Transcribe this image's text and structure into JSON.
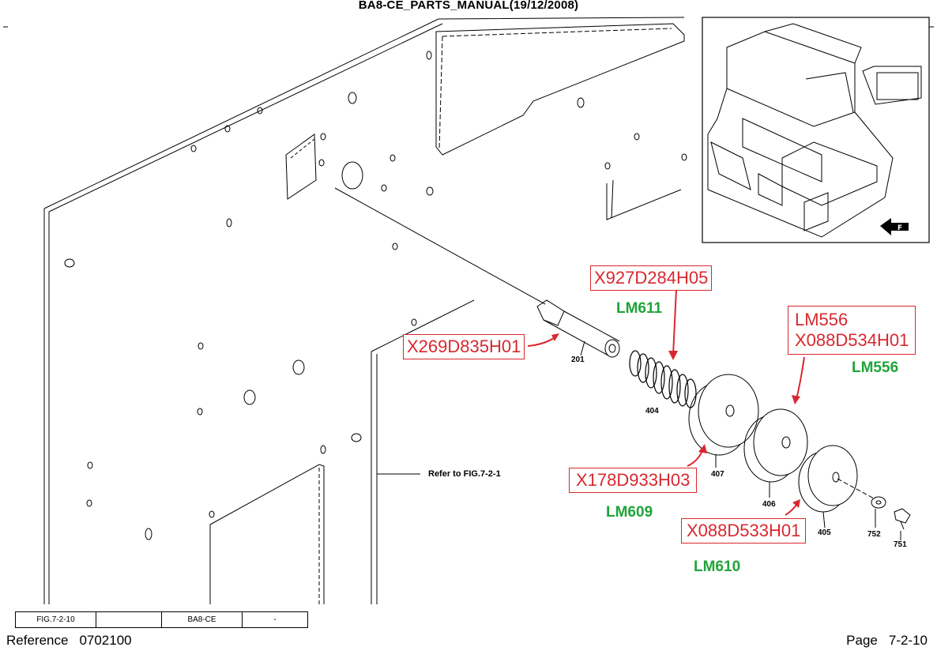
{
  "header": {
    "title": "BA8-CE_PARTS_MANUAL(19/12/2008)"
  },
  "callouts": [
    {
      "id": "X269D835H01",
      "lines": [
        "X269D835H01"
      ]
    },
    {
      "id": "X927D284H05",
      "lines": [
        "X927D284H05"
      ]
    },
    {
      "id": "LM556-X088D534H01",
      "lines": [
        "LM556",
        "X088D534H01"
      ]
    },
    {
      "id": "X178D933H03",
      "lines": [
        "X178D933H03"
      ]
    },
    {
      "id": "X088D533H01",
      "lines": [
        "X088D533H01"
      ]
    }
  ],
  "lm_labels": [
    "LM611",
    "LM556",
    "LM609",
    "LM610"
  ],
  "part_numbers": [
    "201",
    "404",
    "407",
    "406",
    "405",
    "752",
    "751"
  ],
  "note": "Refer to FIG.7-2-1",
  "footer": {
    "cells": [
      "FIG.7-2-10",
      "",
      "BA8-CE",
      "-"
    ],
    "reference_label": "Reference",
    "reference_value": "0702100",
    "page_label": "Page",
    "page_value": "7-2-10"
  },
  "colors": {
    "callout": "#d8282f",
    "lm_label": "#1fa53a",
    "line_art": "#000000"
  }
}
